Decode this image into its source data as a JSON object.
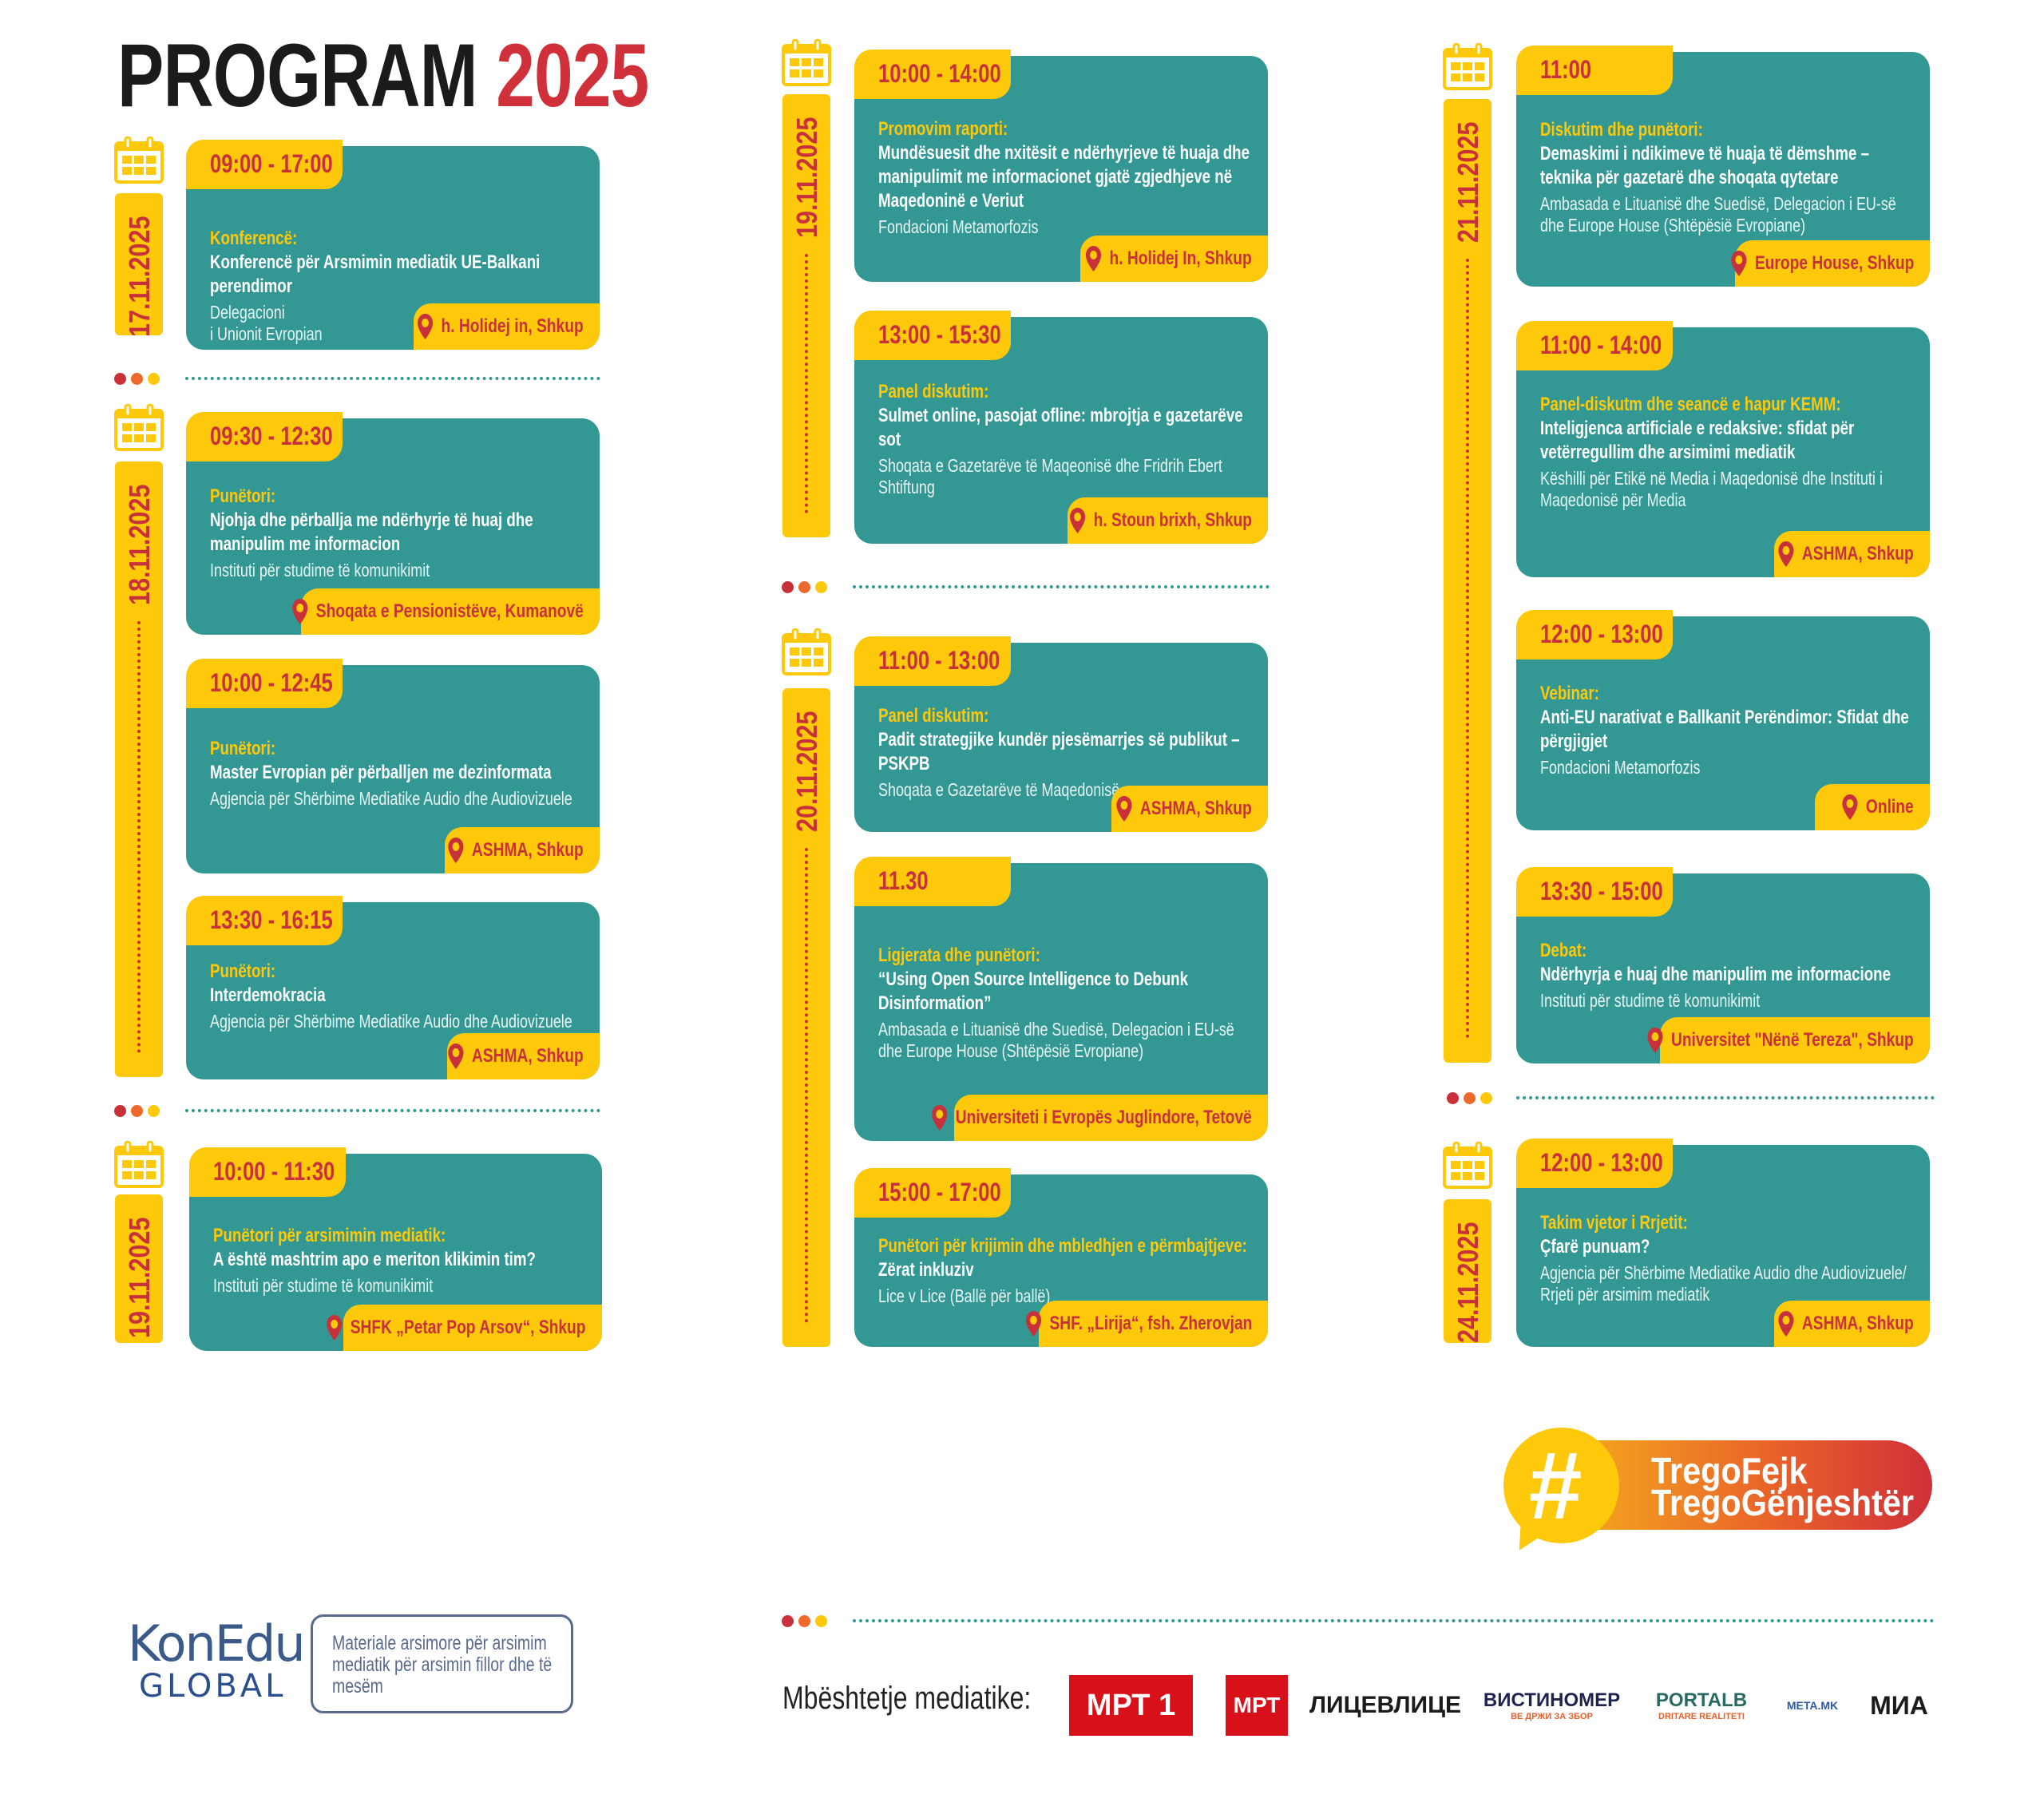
{
  "header": {
    "title_word": "PROGRAM",
    "title_year": "2025"
  },
  "colors": {
    "teal": "#339894",
    "yellow": "#fdc90a",
    "red": "#c8313a",
    "orange": "#ee6a2c"
  },
  "days": [
    {
      "date": "17.11.2025"
    },
    {
      "date": "18.11.2025"
    },
    {
      "date": "19.11.2025"
    },
    {
      "date": "19.11.2025"
    },
    {
      "date": "20.11.2025"
    },
    {
      "date": "21.11.2025"
    },
    {
      "date": "24.11.2025"
    }
  ],
  "events": [
    {
      "time": "09:00 - 17:00",
      "type": "Konferencë:",
      "title": "Konferencë për Arsmimin mediatik UE-Balkani perendimor",
      "org": "Delegacioni\ni Unionit Evropian",
      "location": "h. Holidej in, Shkup"
    },
    {
      "time": "09:30 - 12:30",
      "type": "Punëtori:",
      "title": "Njohja dhe përballja me ndërhyrje të huaj dhe manipulim me informacion",
      "org": "Instituti për studime të komunikimit",
      "location": "Shoqata e Pensionistëve, Kumanovë"
    },
    {
      "time": "10:00 - 12:45",
      "type": "Punëtori:",
      "title": "Master Evropian për përballjen me dezinformata",
      "org": "Agjencia për Shërbime Mediatike Audio dhe Audiovizuele",
      "location": "ASHMA, Shkup"
    },
    {
      "time": "13:30 - 16:15",
      "type": "Punëtori:",
      "title": "Interdemokracia",
      "org": "Agjencia për Shërbime Mediatike Audio dhe Audiovizuele",
      "location": "ASHMA, Shkup"
    },
    {
      "time": "10:00 - 11:30",
      "type": "Punëtori për arsimimin mediatik:",
      "title": "A është mashtrim apo e meriton klikimin tim?",
      "org": "Instituti për studime të komunikimit",
      "location": "SHFK „Petar Pop Arsov“, Shkup"
    },
    {
      "time": "10:00 - 14:00",
      "type": "Promovim raporti:",
      "title": "Mundësuesit dhe nxitësit e ndërhyrjeve të huaja dhe manipulimit me informacionet gjatë zgjedhjeve në Maqedoninë e Veriut",
      "org": "Fondacioni Metamorfozis",
      "location": "h. Holidej In, Shkup"
    },
    {
      "time": "13:00 - 15:30",
      "type": "Panel diskutim:",
      "title": "Sulmet online, pasojat ofline: mbrojtja e gazetarëve sot",
      "org": "Shoqata e Gazetarëve të Maqeonisë dhe Fridrih Ebert Shtiftung",
      "location": "h. Stoun brixh, Shkup"
    },
    {
      "time": "11:00 - 13:00",
      "type": "Panel diskutim:",
      "title": "Padit strategjike kundër pjesëmarrjes së publikut – PSKPB",
      "org": "Shoqata e Gazetarëve të Maqedonisë",
      "location": "ASHMA, Shkup"
    },
    {
      "time": "11.30",
      "type": "Ligjerata dhe punëtori:",
      "title": "“Using Open Source Intelligence to Debunk Disinformation”",
      "org": "Ambasada e Lituanisë dhe Suedisë, Delegacion i EU-së dhe Europe House (Shtëpësië Evropiane)",
      "location": "Universiteti i Evropës Juglindore, Tetovë"
    },
    {
      "time": "15:00 - 17:00",
      "type": "Punëtori për krijimin dhe mbledhjen e përmbajtjeve:",
      "title": "Zërat inkluziv",
      "org": "Lice v Lice (Ballë për ballë)",
      "location": "SHF. „Lirija“, fsh. Zherovjan"
    },
    {
      "time": "11:00",
      "type": "Diskutim dhe punëtori:",
      "title": "Demaskimi i ndikimeve të huaja të dëmshme – teknika për gazetarë dhe shoqata qytetare",
      "org": "Ambasada e Lituanisë dhe Suedisë, Delegacion i EU-së dhe Europe House (Shtëpësië Evropiane)",
      "location": "Europe House, Shkup"
    },
    {
      "time": "11:00 - 14:00",
      "type": "Panel-diskutm dhe seancë e hapur KEMM:",
      "title": "Inteligjenca artificiale e redaksive: sfidat për vetërregullim dhe arsimimi mediatik",
      "org": "Këshilli për Etikë në Media i Maqedonisë dhe  Instituti i Maqedonisë për Media",
      "location": "ASHMA, Shkup"
    },
    {
      "time": "12:00 - 13:00",
      "type": "Vebinar:",
      "title": "Anti-EU narativat e Ballkanit Perëndimor: Sfidat dhe përgjigjet",
      "org": "Fondacioni Metamorfozis",
      "location": "Online"
    },
    {
      "time": "13:30 - 15:00",
      "type": "Debat:",
      "title": "Ndërhyrja e huaj dhe manipulim me informacione",
      "org": "Instituti për studime të komunikimit",
      "location": "Universitet \"Nënë Tereza\", Shkup"
    },
    {
      "time": "12:00 - 13:00",
      "type": "Takim vjetor i Rrjetit:",
      "title": "Çfarë punuam?",
      "org": "Agjencia për Shërbime Mediatike Audio dhe Audiovizuele/ Rrjeti për arsimim mediatik",
      "location": "ASHMA, Shkup"
    }
  ],
  "hashtag": {
    "symbol": "#",
    "line1": "TregoFejk",
    "line2": "TregoGënjeshtër"
  },
  "footer": {
    "media_support_label": "Mbështetje mediatike:",
    "partners": [
      {
        "name": "МРТ 1",
        "color": "#d8101a"
      },
      {
        "name": "МРТ",
        "color": "#d8101a"
      },
      {
        "name": "ЛИЦЕВЛИЦЕ",
        "color": "#1b1b1b"
      },
      {
        "name": "ВИСТИНОМЕР",
        "tagline": "ВЕ ДРЖИ ЗА ЗБОР",
        "color": "#1e2350"
      },
      {
        "name": "PORTALB",
        "tagline": "DRITARE REALITETI",
        "color": "#2a6a62"
      },
      {
        "name": "META.MK",
        "color": "#2f5aa8"
      },
      {
        "name": "МИА",
        "color": "#1b1b1b"
      }
    ],
    "konedu": {
      "logo_line1": "KonEdu",
      "logo_line2": "GLOBAL",
      "description": "Materiale arsimore për arsimim mediatik për arsimin fillor dhe të mesëm"
    }
  }
}
